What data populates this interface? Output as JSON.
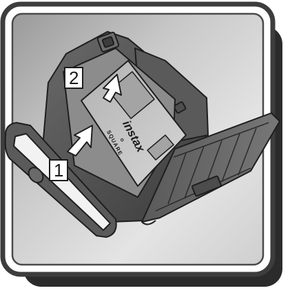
{
  "illustration": {
    "icon": "instax-square-film-loading-illustration",
    "step_1_label": "1",
    "step_2_label": "2",
    "film_pack_brand": "instax",
    "film_pack_dot": "o",
    "film_pack_format": "SQUARE",
    "colors": {
      "frame_shadow": "#2a2a2a",
      "frame_border": "#3a3a3a",
      "panel_light": "#d6d6d6",
      "panel_dark": "#8a8a8a",
      "camera_body": "#4a4a4a",
      "film_pack": "#c4c4c4",
      "arrow_fill": "#ffffff",
      "label_box": "#ffffff"
    }
  }
}
